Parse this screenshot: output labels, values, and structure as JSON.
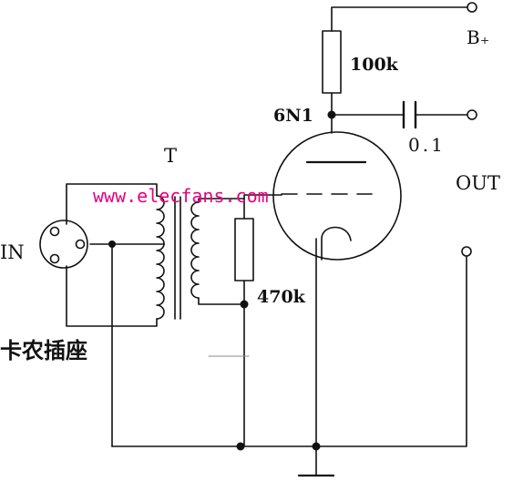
{
  "labels": {
    "b_plus": "B₊",
    "resistor_plate": "100k",
    "tube": "6N1",
    "capacitor": "0.1",
    "out": "OUT",
    "transformer": "T",
    "input": "IN",
    "resistor_grid": "470k",
    "connector": "卡农插座"
  },
  "watermark": "www.elecfans.com",
  "colors": {
    "ink": "#111111",
    "watermark": "#e6007e"
  }
}
